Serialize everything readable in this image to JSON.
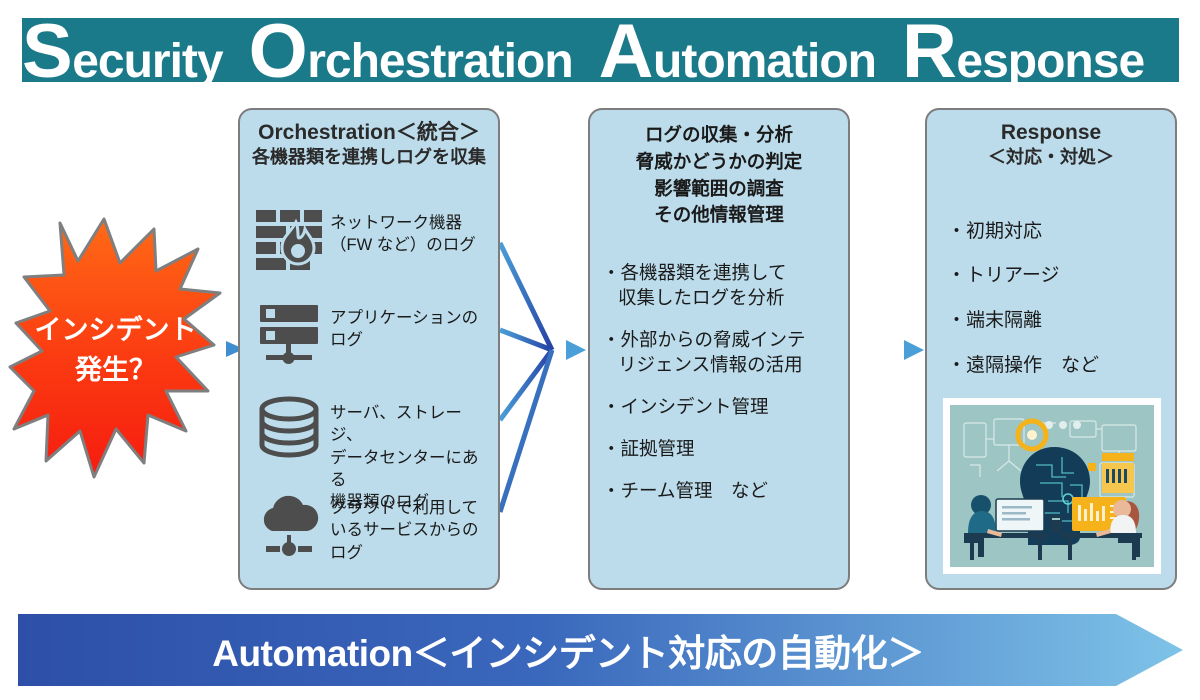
{
  "header": {
    "words": [
      {
        "cap": "S",
        "rest": "ecurity"
      },
      {
        "cap": "O",
        "rest": "rchestration"
      },
      {
        "cap": "A",
        "rest": "utomation"
      },
      {
        "cap": "R",
        "rest": "esponse"
      }
    ],
    "band_color": "#1b7a8a",
    "text_color": "#ffffff"
  },
  "incident": {
    "line1": "インシデント",
    "line2": "発生？",
    "fill_top": "#ff6a16",
    "fill_bottom": "#f61c10",
    "outline": "#7f7f7f"
  },
  "orchestration": {
    "title": "Orchestration＜統合＞",
    "subtitle": "各機器類を連携しログを収集",
    "sources": [
      {
        "icon": "firewall-icon",
        "text": "ネットワーク機器\n（FW など）のログ"
      },
      {
        "icon": "server-icon",
        "text": "アプリケーションの\nログ"
      },
      {
        "icon": "database-icon",
        "text": "サーバ、ストレージ、\nデータセンターにある\n機器類のログ"
      },
      {
        "icon": "cloud-icon",
        "text": "クラウドで利用して\nいるサービスからの\nログ"
      }
    ]
  },
  "analysis": {
    "heading": [
      "ログの収集・分析",
      "脅威かどうかの判定",
      "影響範囲の調査",
      "その他情報管理"
    ],
    "bullets": [
      "各機器類を連携して\n収集したログを分析",
      "外部からの脅威インテ\nリジェンス情報の活用",
      "インシデント管理",
      "証拠管理",
      "チーム管理　など"
    ]
  },
  "response": {
    "title": "Response",
    "subtitle": "＜対応・対処＞",
    "bullets": [
      "初期対応",
      "トリアージ",
      "端末隔離",
      "遠隔操作　など"
    ],
    "illustration_alt": "security-operations-center-illustration"
  },
  "bottom_banner": {
    "label": "Automation＜インシデント対応の自動化＞",
    "gradient_from": "#2d4fa8",
    "gradient_to": "#7ec3e8"
  },
  "colors": {
    "panel_fill": "#bcdceb",
    "panel_border": "#7d7d7d",
    "icon_gray": "#4d4d4d",
    "arrow_dark": "#2641a5",
    "arrow_light": "#4a9fd8"
  }
}
